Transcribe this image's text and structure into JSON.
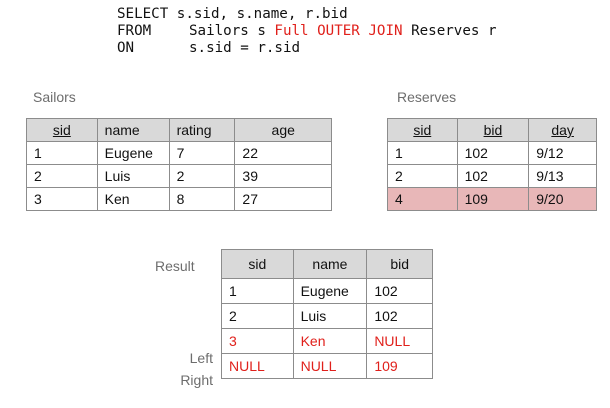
{
  "sql": {
    "select_kw": "SELECT",
    "select_cols": "s.sid, s.name, r.bid",
    "from_kw": "FROM",
    "from_table1": "Sailors s",
    "join_kw": "Full OUTER JOIN",
    "from_table2": "Reserves r",
    "on_kw": "ON",
    "on_cond": "s.sid = r.sid"
  },
  "sailors": {
    "caption": "Sailors",
    "headers": [
      "sid",
      "name",
      "rating",
      "age"
    ],
    "rows": [
      [
        "1",
        "Eugene",
        "7",
        "22"
      ],
      [
        "2",
        "Luis",
        "2",
        "39"
      ],
      [
        "3",
        "Ken",
        "8",
        "27"
      ]
    ]
  },
  "reserves": {
    "caption": "Reserves",
    "headers": [
      "sid",
      "bid",
      "day"
    ],
    "rows": [
      [
        "1",
        "102",
        "9/12"
      ],
      [
        "2",
        "102",
        "9/13"
      ],
      [
        "4",
        "109",
        "9/20"
      ]
    ],
    "highlight_color": "#e8b7b8"
  },
  "result": {
    "caption": "Result",
    "headers": [
      "sid",
      "name",
      "bid"
    ],
    "rows": [
      [
        "1",
        "Eugene",
        "102"
      ],
      [
        "2",
        "Luis",
        "102"
      ],
      [
        "3",
        "Ken",
        "NULL"
      ],
      [
        "NULL",
        "NULL",
        "109"
      ]
    ],
    "left_label": "Left",
    "right_label": "Right",
    "accent_color": "#e0201b"
  }
}
